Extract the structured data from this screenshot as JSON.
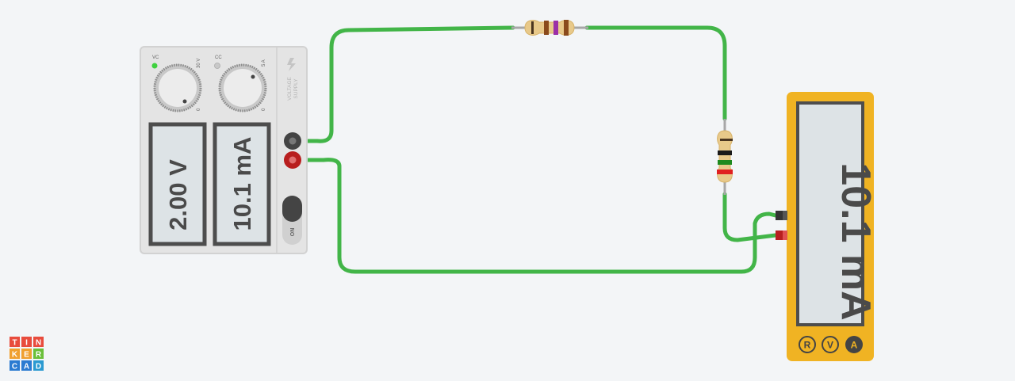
{
  "power_supply": {
    "label_vc": "VC",
    "label_cc": "CC",
    "label_30v": "30 V",
    "label_5a": "5 A",
    "label_zero_v": "0",
    "label_zero_a": "0",
    "side_label_1": "VOLTAGE",
    "side_label_2": "SUPPLY",
    "voltage_display": "2.00 V",
    "current_display": "10.1 mA",
    "power_label": "ON",
    "vc_indicator_color": "#3fd13f",
    "cc_indicator_color": "#c8c8c8"
  },
  "multimeter": {
    "display": "10.1 mA",
    "mode_r": "R",
    "mode_v": "V",
    "mode_a": "A",
    "active_mode": "A",
    "body_color": "#f0b323"
  },
  "wire_color": "#42b548",
  "logo": {
    "letters": [
      "T",
      "I",
      "N",
      "K",
      "E",
      "R",
      "C",
      "A",
      "D"
    ]
  }
}
